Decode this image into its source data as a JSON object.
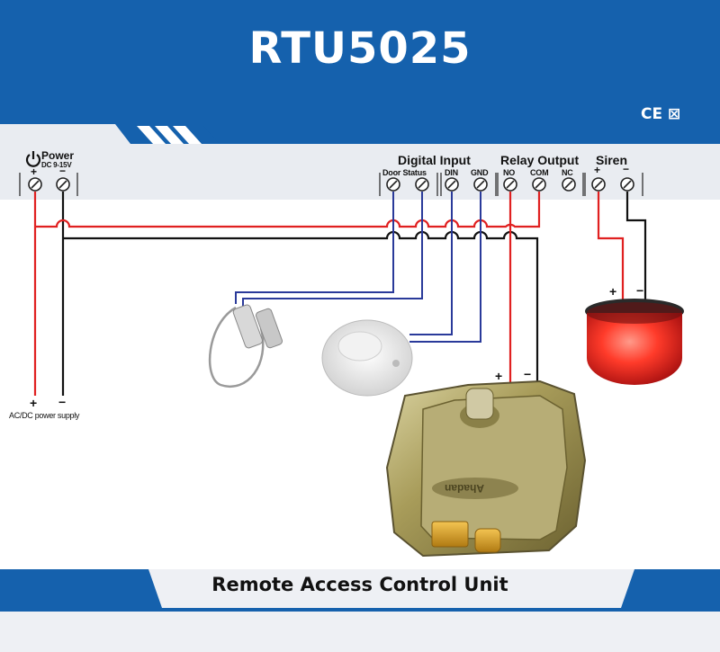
{
  "title": "RTU5025",
  "certification": "CE ⊠",
  "power": {
    "label": "Power",
    "voltage": "DC 9-15V",
    "plus": "+",
    "minus": "−"
  },
  "groups": {
    "digital_input": "Digital Input",
    "relay_output": "Relay Output",
    "siren": "Siren"
  },
  "terminals": {
    "door_status": "Door Status",
    "din": "DIN",
    "gnd": "GND",
    "no": "NO",
    "com": "COM",
    "nc": "NC",
    "siren_plus": "+",
    "siren_minus": "−"
  },
  "supply": {
    "plus": "+",
    "minus": "−",
    "label": "AC/DC power supply"
  },
  "lock": {
    "plus": "+",
    "minus": "−",
    "brand": "Ahadan"
  },
  "siren_device": {
    "plus": "+",
    "minus": "−"
  },
  "footer": "Remote Access Control Unit",
  "colors": {
    "header_blue": "#1561ad",
    "positive_wire": "#e02020",
    "negative_wire": "#111111",
    "signal_wire": "#2a3a9a"
  }
}
